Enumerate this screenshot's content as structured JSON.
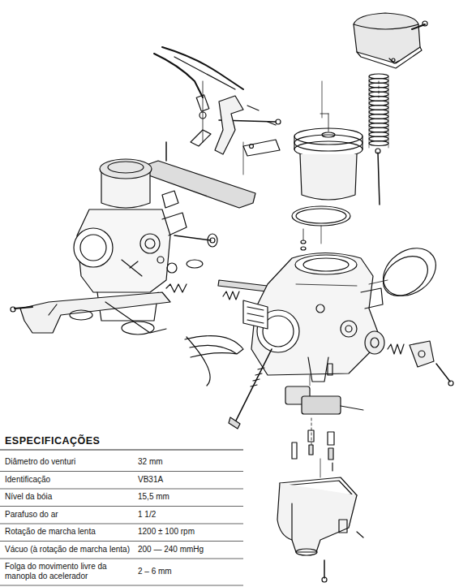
{
  "diagram": {
    "title": "ESPECIFICAÇÕES",
    "labels": [
      "Diâmetro do venturi",
      "32 mm",
      "Identificação",
      "VB31A",
      "Nível da bóia",
      "15,5 mm",
      "Parafuso do ar",
      "1 1/2",
      "Rotação de marcha lenta",
      "1200 ± 100 rpm",
      "Vácuo (à rotação de marcha lenta)",
      "200 — 240 mmHg",
      "Folga do movimento livre da manopla do acelerador",
      "2 – 6 mm"
    ]
  }
}
